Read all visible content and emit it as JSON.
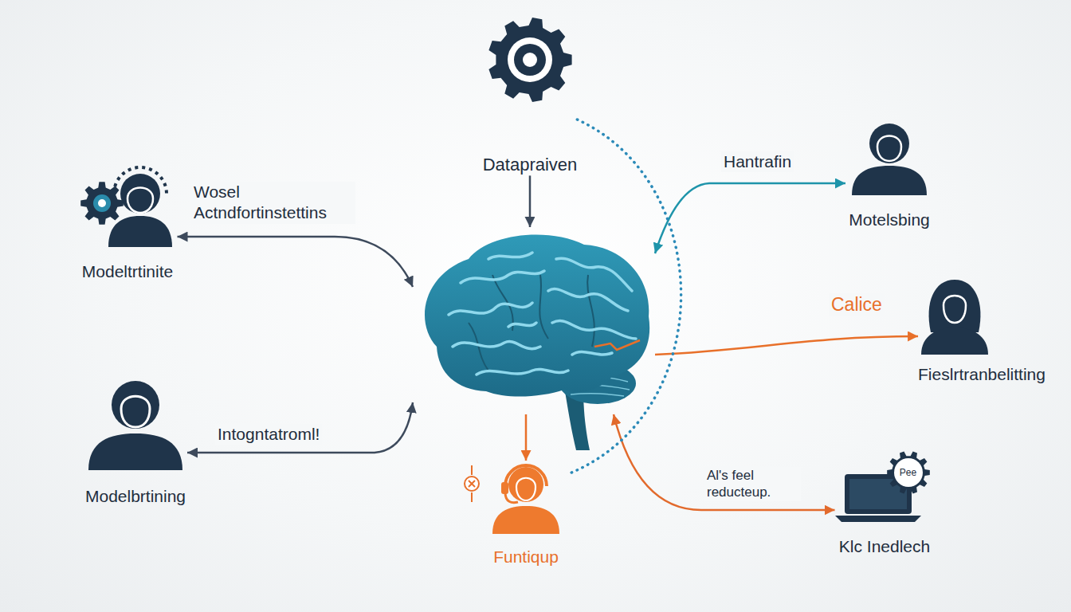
{
  "diagram": {
    "nodes": [
      {
        "text": [
          "Datapraiven"
        ]
      },
      {
        "text": [
          "Modeltrtinite"
        ]
      },
      {
        "text": [
          "Motelsbing"
        ]
      },
      {
        "text": []
      },
      {
        "text": [
          "Fieslrtranbelitting"
        ]
      },
      {
        "text": [
          "Modelbrtining"
        ]
      },
      {
        "text": [
          "Funtiqup"
        ]
      },
      {
        "text": [
          "Klc Inedlech"
        ]
      }
    ],
    "edges": [
      {
        "from": 0,
        "to": 3,
        "arrow": "to"
      },
      {
        "from": 1,
        "to": 3,
        "arrow": "both",
        "label": "Wosel Actndfortinstettins"
      },
      {
        "from": 2,
        "to": 3,
        "arrow": "both",
        "label": "Hantrafin"
      },
      {
        "from": 3,
        "to": 4,
        "arrow": "to",
        "label": "Calice"
      },
      {
        "from": 5,
        "to": 3,
        "arrow": "both",
        "label": "Intogntatroml!"
      },
      {
        "from": 3,
        "to": 6,
        "arrow": "to"
      },
      {
        "from": 3,
        "to": 7,
        "arrow": "both",
        "label": "Al's feel reducteup."
      },
      {
        "from": 0,
        "to": 6,
        "arrow": "none"
      }
    ],
    "labels": [
      "Pee"
    ]
  }
}
